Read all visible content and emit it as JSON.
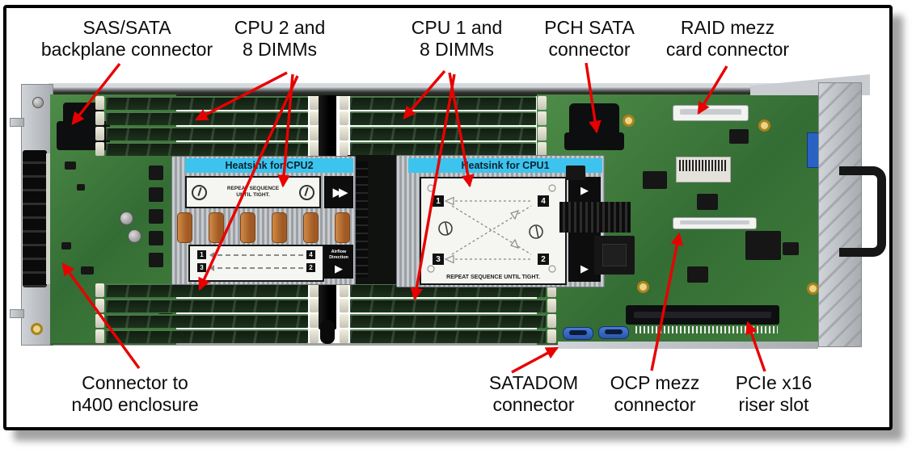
{
  "callouts": {
    "top": [
      {
        "line1": "SAS/SATA",
        "line2": "backplane connector"
      },
      {
        "line1": "CPU 2 and",
        "line2": "8 DIMMs"
      },
      {
        "line1": "CPU 1 and",
        "line2": "8 DIMMs"
      },
      {
        "line1": "PCH SATA",
        "line2": "connector"
      },
      {
        "line1": "RAID mezz",
        "line2": "card connector"
      }
    ],
    "bottom": [
      {
        "line1": "Connector to",
        "line2": "n400 enclosure"
      },
      {
        "line1": "SATADOM",
        "line2": "connector"
      },
      {
        "line1": "OCP mezz",
        "line2": "connector"
      },
      {
        "line1": "PCIe x16",
        "line2": "riser slot"
      }
    ]
  },
  "board": {
    "heatsink_cpu2": "Heatsink for CPU2",
    "heatsink_cpu1": "Heatsink for CPU1",
    "repeat_line1": "REPEAT SEQUENCE",
    "repeat_line2": "UNTIL TIGHT.",
    "airflow_line1": "Airflow",
    "airflow_line2": "Direction",
    "seq_tl": "1",
    "seq_tr": "4",
    "seq_bl": "3",
    "seq_br": "2"
  },
  "icons": {
    "double_arrow": "▶▶",
    "single_arrow": "▶"
  },
  "colors": {
    "annotation_red": "#e80000",
    "heatsink_band_cyan": "#3cc4ee",
    "pcb_green": "#3f7a3f",
    "copper": "#b96a2e",
    "satadom_blue": "#2f62c0"
  }
}
